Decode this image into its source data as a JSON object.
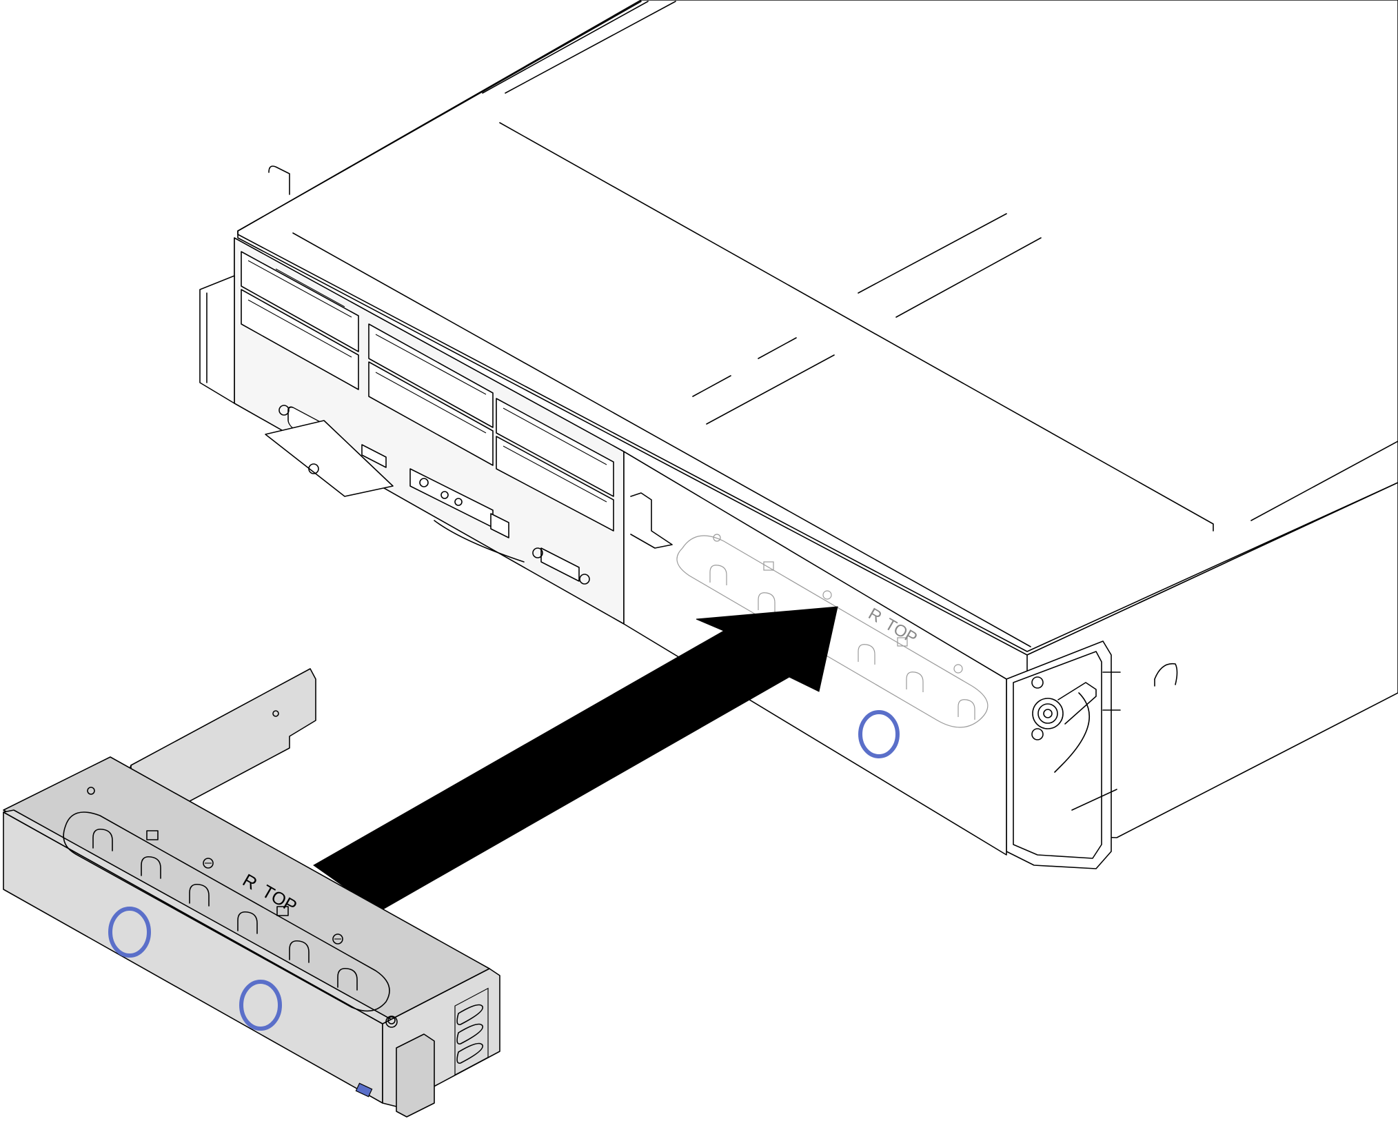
{
  "bracket_labels": {
    "r": "R",
    "top": "TOP"
  },
  "slot_labels": {
    "r": "R",
    "top": "TOP"
  },
  "colors": {
    "bracket_fill": "#dcdcdc",
    "chassis_fill": "#ffffff",
    "touch_point_blue": "#5a6fc9",
    "arrow": "#000000"
  },
  "icons": {
    "insert_direction": "arrow-icon",
    "screw_hole": "screw-icon",
    "touch_point": "blue-touch-point-icon"
  }
}
